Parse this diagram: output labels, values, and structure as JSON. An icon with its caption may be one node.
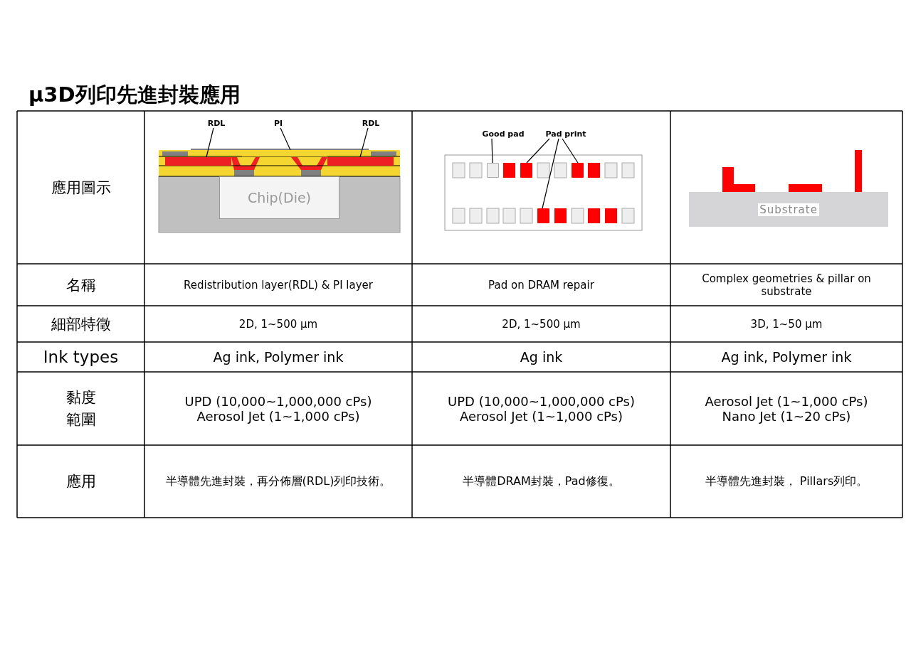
{
  "diagram": {
    "title": "μ3D列印先進封裝應用",
    "nodes": [
      {
        "text": [
          "RDL"
        ]
      },
      {
        "text": [
          "PI"
        ]
      },
      {
        "text": [
          "RDL"
        ]
      },
      {
        "text": [],
        "shape": "bar"
      },
      {
        "text": [],
        "shape": "bar"
      },
      {
        "text": [],
        "shape": "bar"
      },
      {
        "text": [
          "Chip(Die)"
        ]
      },
      {
        "text": [
          "Good pad"
        ]
      },
      {
        "text": [
          "Pad print"
        ]
      },
      {
        "text": [],
        "shape": "box"
      },
      {
        "text": [],
        "shape": "box"
      },
      {
        "text": [],
        "shape": "box"
      },
      {
        "text": [],
        "shape": "box"
      },
      {
        "text": [
          "Substrate"
        ]
      }
    ],
    "edges": [
      {
        "from": 0,
        "to": 3,
        "arrow": "none"
      },
      {
        "from": 1,
        "to": 4,
        "arrow": "none"
      },
      {
        "from": 2,
        "to": 5,
        "arrow": "none"
      },
      {
        "from": 7,
        "to": 9,
        "arrow": "none"
      },
      {
        "from": 8,
        "to": 10,
        "arrow": "none"
      },
      {
        "from": 8,
        "to": 12,
        "arrow": "none"
      },
      {
        "from": 8,
        "to": 11,
        "arrow": "none"
      }
    ],
    "labels": [
      "應用圖示",
      "名稱",
      "Redistribution layer(RDL) & PI layer",
      "Pad on DRAM repair",
      "Complex geometries & pillar on substrate",
      "細部特徵",
      "2D, 1~500 μm",
      "2D, 1~500 μm",
      "3D, 1~50 μm",
      "Ink types",
      "Ag ink, Polymer ink",
      "Ag ink",
      "Ag ink, Polymer ink",
      "黏度範圍",
      "UPD (10,000~1,000,000 cPs)",
      "Aerosol Jet (1~1,000 cPs)",
      "UPD (10,000~1,000,000 cPs)",
      "Aerosol Jet (1~1,000 cPs)",
      "Aerosol Jet (1~1,000 cPs)",
      "Nano Jet (1~20 cPs)",
      "應用",
      "半導體先進封裝，再分佈層(RDL)列印技術。",
      "半導體DRAM封裝，Pad修復。",
      "半導體先進封裝， Pillars列印。"
    ]
  }
}
